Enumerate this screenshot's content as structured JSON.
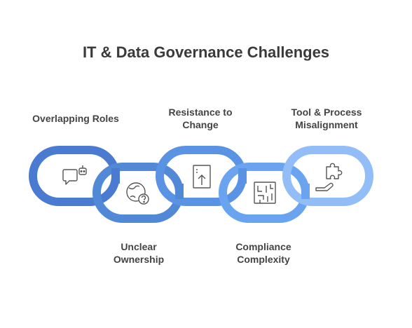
{
  "title": "IT & Data Governance Challenges",
  "links": [
    {
      "label": "Overlapping Roles",
      "icon": "chat-bot-icon",
      "color": "#4a7bd0",
      "position": "top"
    },
    {
      "label": "Unclear Ownership",
      "icon": "globe-question-icon",
      "color": "#5189d6",
      "position": "bottom"
    },
    {
      "label": "Resistance to Change",
      "icon": "upload-frame-icon",
      "color": "#5a92e4",
      "position": "top"
    },
    {
      "label": "Compliance Complexity",
      "icon": "maze-icon",
      "color": "#6aa3f0",
      "position": "bottom"
    },
    {
      "label": "Tool & Process Misalignment",
      "icon": "puzzle-hand-icon",
      "color": "#93bdf7",
      "position": "top"
    }
  ]
}
